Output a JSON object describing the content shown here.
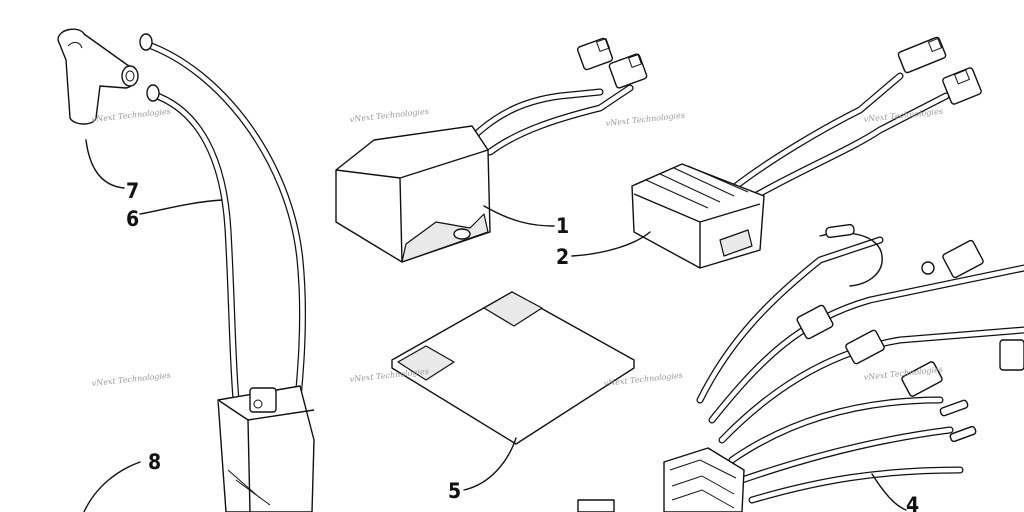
{
  "callouts": {
    "c1": "1",
    "c2": "2",
    "c4": "4",
    "c5": "5",
    "c6": "6",
    "c7": "7",
    "c8": "8"
  },
  "watermark": {
    "text": "vNext Technologies"
  },
  "parts": [
    "spark-plug-cap",
    "ignition-coil",
    "cdi-unit",
    "voltage-regulator",
    "manual-sheet",
    "wiring-harness"
  ]
}
